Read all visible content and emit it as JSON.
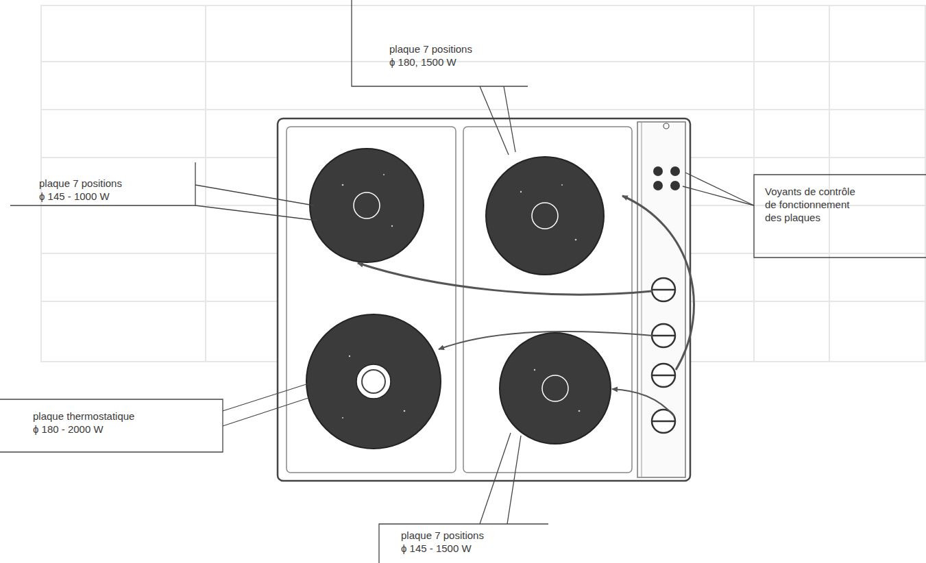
{
  "diagram": {
    "labels": [
      "plaque 7 positions ϕ 180, 1500 W",
      "plaque 7 positions ϕ 145 - 1000 W",
      "Voyants de contrôle de fonctionnement des plaques",
      "plaque thermostatique ϕ 180 - 2000 W",
      "plaque 7 positions ϕ 145 - 1500 W"
    ]
  }
}
